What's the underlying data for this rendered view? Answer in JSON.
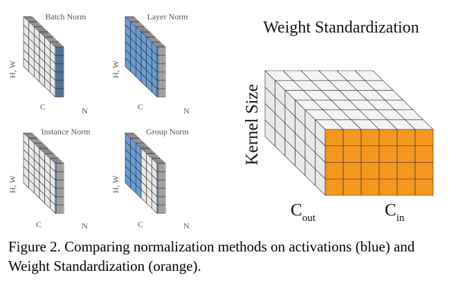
{
  "panels": [
    {
      "id": "batch",
      "title": "Batch Norm",
      "ylabel": "H, W",
      "clabel": "C",
      "nlabel": "N"
    },
    {
      "id": "layer",
      "title": "Layer Norm",
      "ylabel": "H, W",
      "clabel": "C",
      "nlabel": "N"
    },
    {
      "id": "instance",
      "title": "Instance Norm",
      "ylabel": "H, W",
      "clabel": "C",
      "nlabel": "N"
    },
    {
      "id": "group",
      "title": "Group Norm",
      "ylabel": "H, W",
      "clabel": "C",
      "nlabel": "N"
    }
  ],
  "ws": {
    "title": "Weight Standardization",
    "ylabel": "Kernel Size",
    "cout_main": "C",
    "cout_sub": "out",
    "cin_main": "C",
    "cin_sub": "in"
  },
  "caption": "Figure 2. Comparing normalization methods on activations (blue) and Weight Standardization (orange).",
  "colors": {
    "activation_highlight": "#6a9fd4",
    "weight_highlight": "#f5961f",
    "cube_gray": "#e9e9e9",
    "cube_top": "#f4f4f4"
  }
}
